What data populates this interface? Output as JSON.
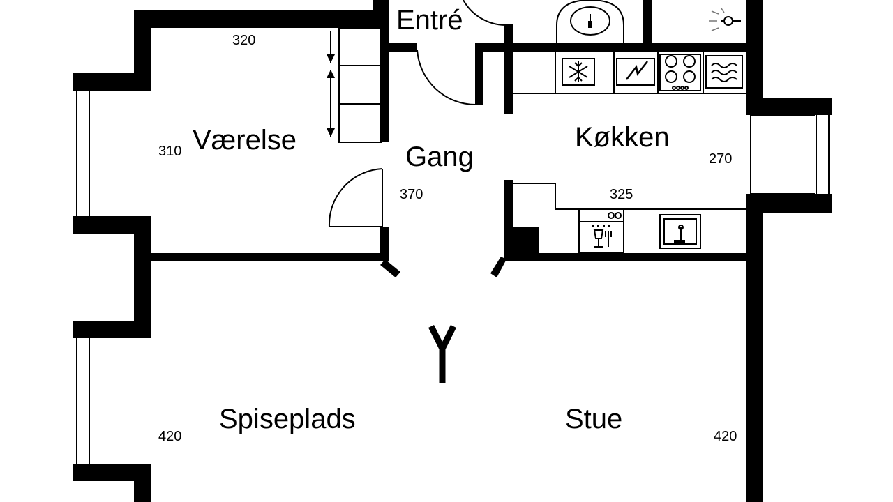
{
  "rooms": {
    "entre": "Entré",
    "vaerelse": "Værelse",
    "gang": "Gang",
    "kokken": "Køkken",
    "spiseplads": "Spiseplads",
    "stue": "Stue"
  },
  "dimensions": {
    "vaerelse_width": "320",
    "vaerelse_depth": "310",
    "gang_length": "370",
    "kokken_depth": "270",
    "kokken_width": "325",
    "spiseplads_depth": "420",
    "stue_depth": "420"
  },
  "icons": [
    "freezer-icon",
    "power-icon",
    "stove-icon",
    "heating-icon",
    "dishwasher-icon",
    "sink-icon",
    "washbasin-icon",
    "lamp-icon",
    "antenna-icon"
  ],
  "colors": {
    "walls": "#000000",
    "background": "#ffffff"
  }
}
